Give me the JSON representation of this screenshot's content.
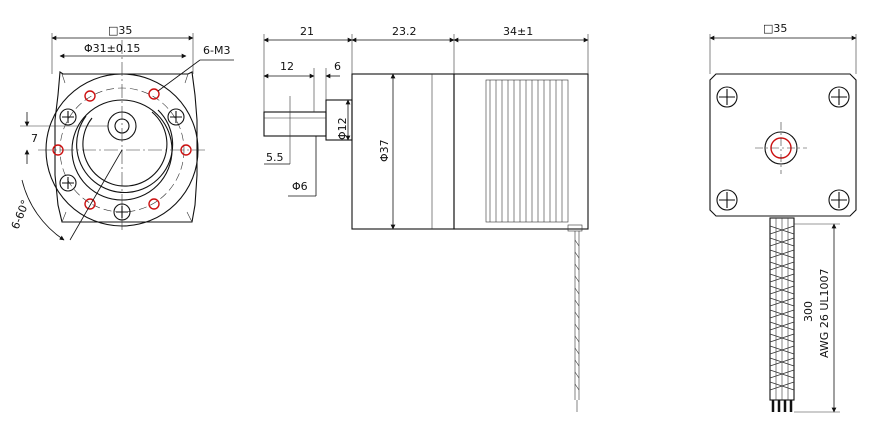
{
  "front_view": {
    "square_label": "□35",
    "pitch_dia_label": "Φ31±0.15",
    "holes_label": "6-M3",
    "offset_label": "7",
    "angle_label": "6-60°"
  },
  "side_view": {
    "dim_output": "21",
    "dim_gearbox": "23.2",
    "dim_motor": "34±1",
    "dim_hub_len": "12",
    "dim_shaft_end": "6",
    "dim_flat": "5.5",
    "dim_shaft_dia": "Φ6",
    "dim_hub_dia": "Φ12",
    "dim_body_dia": "Φ37"
  },
  "rear_view": {
    "square_label": "□35",
    "lead_length": "300",
    "wire_spec": "AWG 26 UL1007"
  },
  "colors": {
    "line": "#111111",
    "hole_marker": "#cc1111"
  }
}
